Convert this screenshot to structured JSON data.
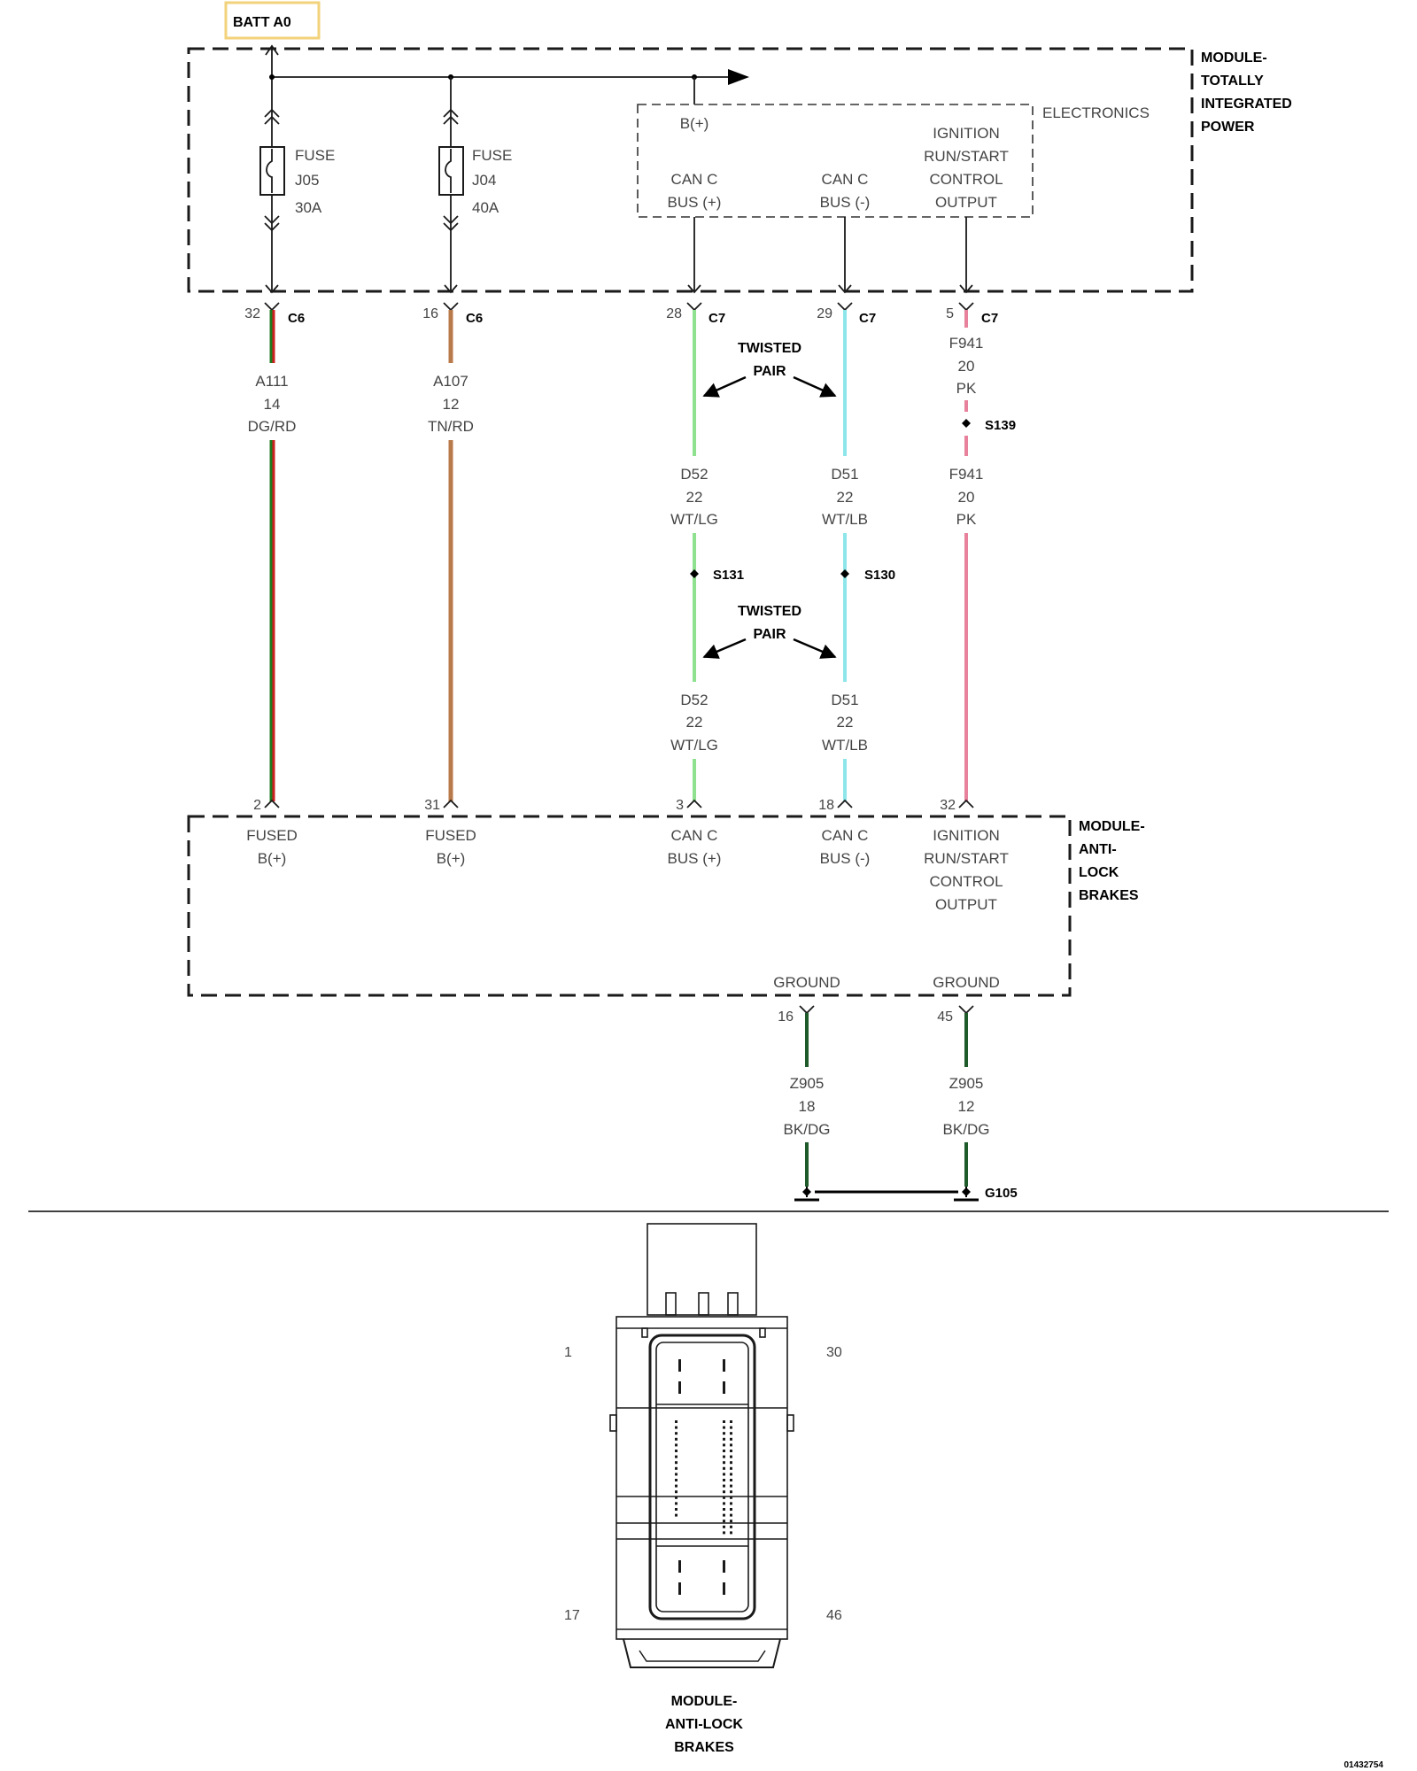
{
  "colors": {
    "dg": "#1e7a1e",
    "rd": "#cc1f1f",
    "tn": "#b87a4b",
    "lg": "#8fe08f",
    "lb": "#8ee6ea",
    "pk": "#e8829c",
    "bk": "#1a1a1a",
    "batt_border": "#f2d27a"
  },
  "batt": {
    "label": "BATT A0"
  },
  "tipm": {
    "title": [
      "MODULE-",
      "TOTALLY",
      "INTEGRATED",
      "POWER"
    ],
    "electronics": "ELECTRONICS",
    "bplus": "B(+)",
    "can_plus": [
      "CAN C",
      "BUS (+)"
    ],
    "can_minus": [
      "CAN C",
      "BUS (-)"
    ],
    "ign": [
      "IGNITION",
      "RUN/START",
      "CONTROL",
      "OUTPUT"
    ],
    "fuse1": [
      "FUSE",
      "J05",
      "30A"
    ],
    "fuse2": [
      "FUSE",
      "J04",
      "40A"
    ]
  },
  "top_pins": [
    {
      "pin": "32",
      "conn": "C6"
    },
    {
      "pin": "16",
      "conn": "C6"
    },
    {
      "pin": "28",
      "conn": "C7"
    },
    {
      "pin": "29",
      "conn": "C7"
    },
    {
      "pin": "5",
      "conn": "C7"
    }
  ],
  "wires": {
    "a111": [
      "A111",
      "14",
      "DG/RD"
    ],
    "a107": [
      "A107",
      "12",
      "TN/RD"
    ],
    "f941_top": [
      "F941",
      "20",
      "PK"
    ],
    "f941_bot": [
      "F941",
      "20",
      "PK"
    ],
    "d52_a": [
      "D52",
      "22",
      "WT/LG"
    ],
    "d51_a": [
      "D51",
      "22",
      "WT/LB"
    ],
    "d52_b": [
      "D52",
      "22",
      "WT/LG"
    ],
    "d51_b": [
      "D51",
      "22",
      "WT/LB"
    ],
    "z905_a": [
      "Z905",
      "18",
      "BK/DG"
    ],
    "z905_b": [
      "Z905",
      "12",
      "BK/DG"
    ]
  },
  "twisted_pair": [
    "TWISTED",
    "PAIR"
  ],
  "splices": {
    "s139": "S139",
    "s131": "S131",
    "s130": "S130"
  },
  "abs": {
    "title": [
      "MODULE-",
      "ANTI-",
      "LOCK",
      "BRAKES"
    ],
    "pins": [
      "2",
      "31",
      "3",
      "18",
      "32"
    ],
    "fused1": [
      "FUSED",
      "B(+)"
    ],
    "fused2": [
      "FUSED",
      "B(+)"
    ],
    "can_plus": [
      "CAN C",
      "BUS (+)"
    ],
    "can_minus": [
      "CAN C",
      "BUS (-)"
    ],
    "ign": [
      "IGNITION",
      "RUN/START",
      "CONTROL",
      "OUTPUT"
    ],
    "ground1": "GROUND",
    "ground2": "GROUND",
    "gpin1": "16",
    "gpin2": "45"
  },
  "ground": {
    "id": "G105"
  },
  "connector_view": {
    "pin_tl": "1",
    "pin_tr": "30",
    "pin_bl": "17",
    "pin_br": "46",
    "caption": [
      "MODULE-",
      "ANTI-LOCK",
      "BRAKES"
    ]
  },
  "doc_id": "01432754"
}
